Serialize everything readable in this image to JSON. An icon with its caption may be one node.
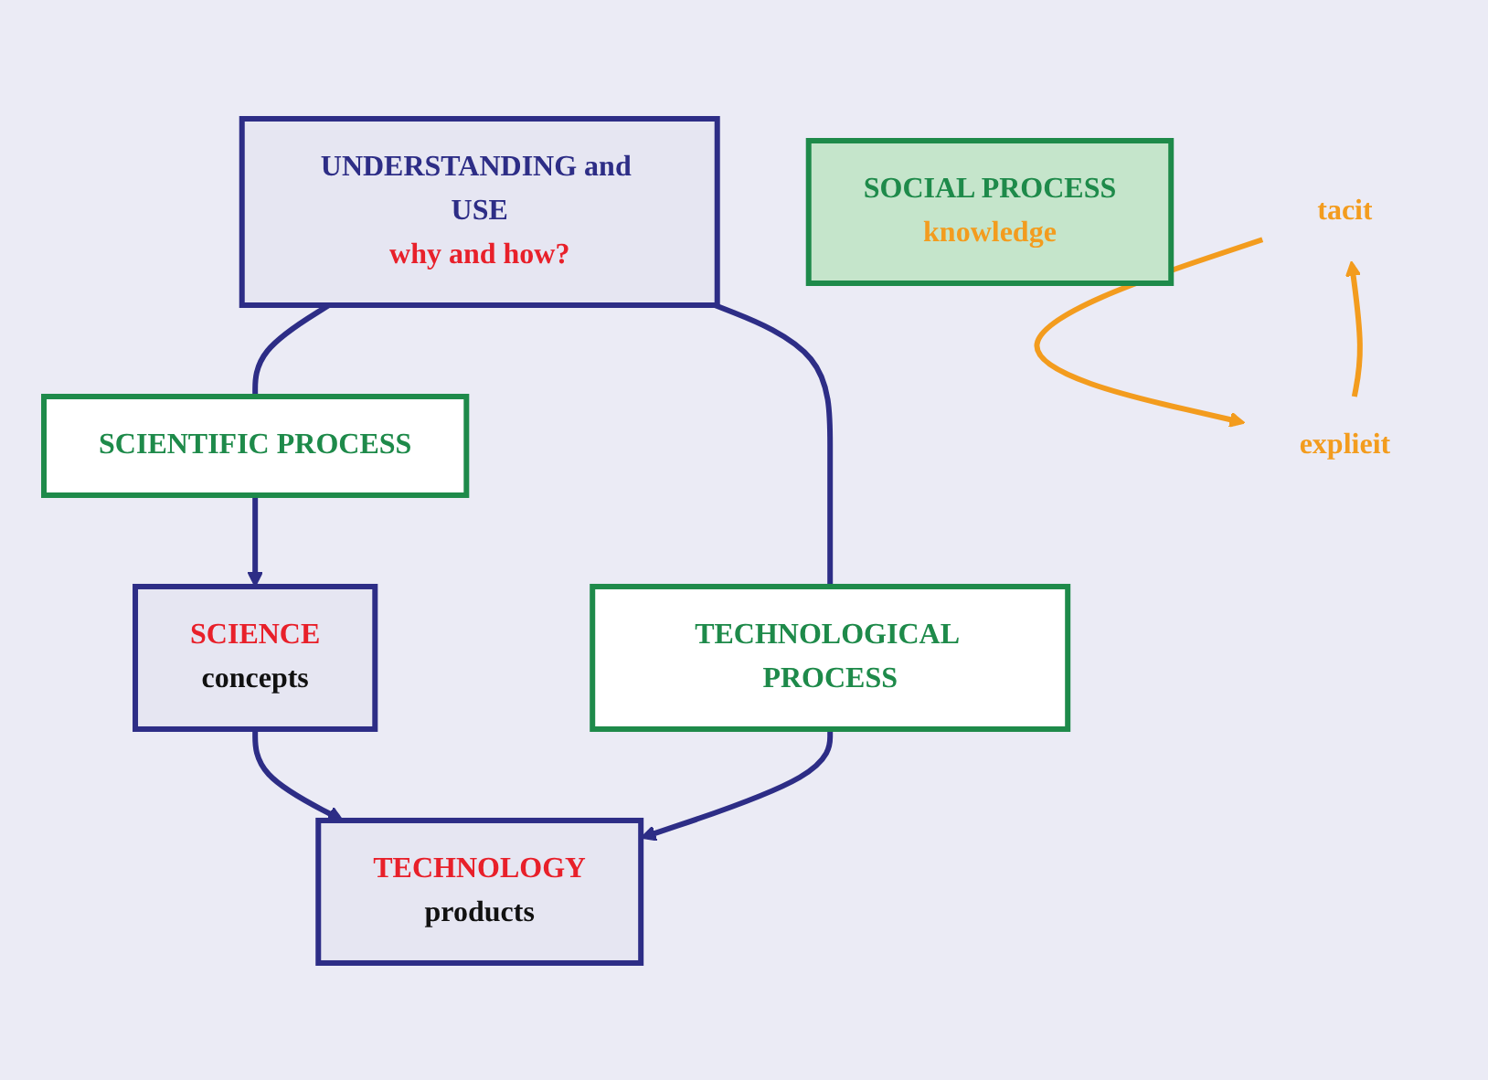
{
  "diagram": {
    "nodes": [
      {
        "text": [
          "UNDERSTANDING and USE",
          "why and how?"
        ]
      },
      {
        "text": [
          "SCIENTIFIC PROCESS"
        ]
      },
      {
        "text": [
          "TECHNOLOGICAL PROCESS"
        ]
      },
      {
        "text": [
          "SOCIAL PROCESS",
          "knowledge"
        ]
      },
      {
        "text": [
          "tacit"
        ]
      },
      {
        "text": [
          "explieit"
        ]
      },
      {
        "text": [
          "SCIENCE",
          "concepts"
        ]
      },
      {
        "text": [
          "TECHNOLOGY",
          "products"
        ]
      }
    ],
    "edges": [
      {
        "from": 0,
        "to": 1,
        "arrow": "none"
      },
      {
        "from": 1,
        "to": 6,
        "arrow": "to"
      },
      {
        "from": 0,
        "to": 2,
        "arrow": "none"
      },
      {
        "from": 2,
        "to": 7,
        "arrow": "to"
      },
      {
        "from": 6,
        "to": 7,
        "arrow": "to"
      },
      {
        "from": 4,
        "to": 5,
        "arrow": "to",
        "color": "#f39c1e"
      },
      {
        "from": 5,
        "to": 4,
        "arrow": "to",
        "color": "#f39c1e"
      }
    ]
  }
}
